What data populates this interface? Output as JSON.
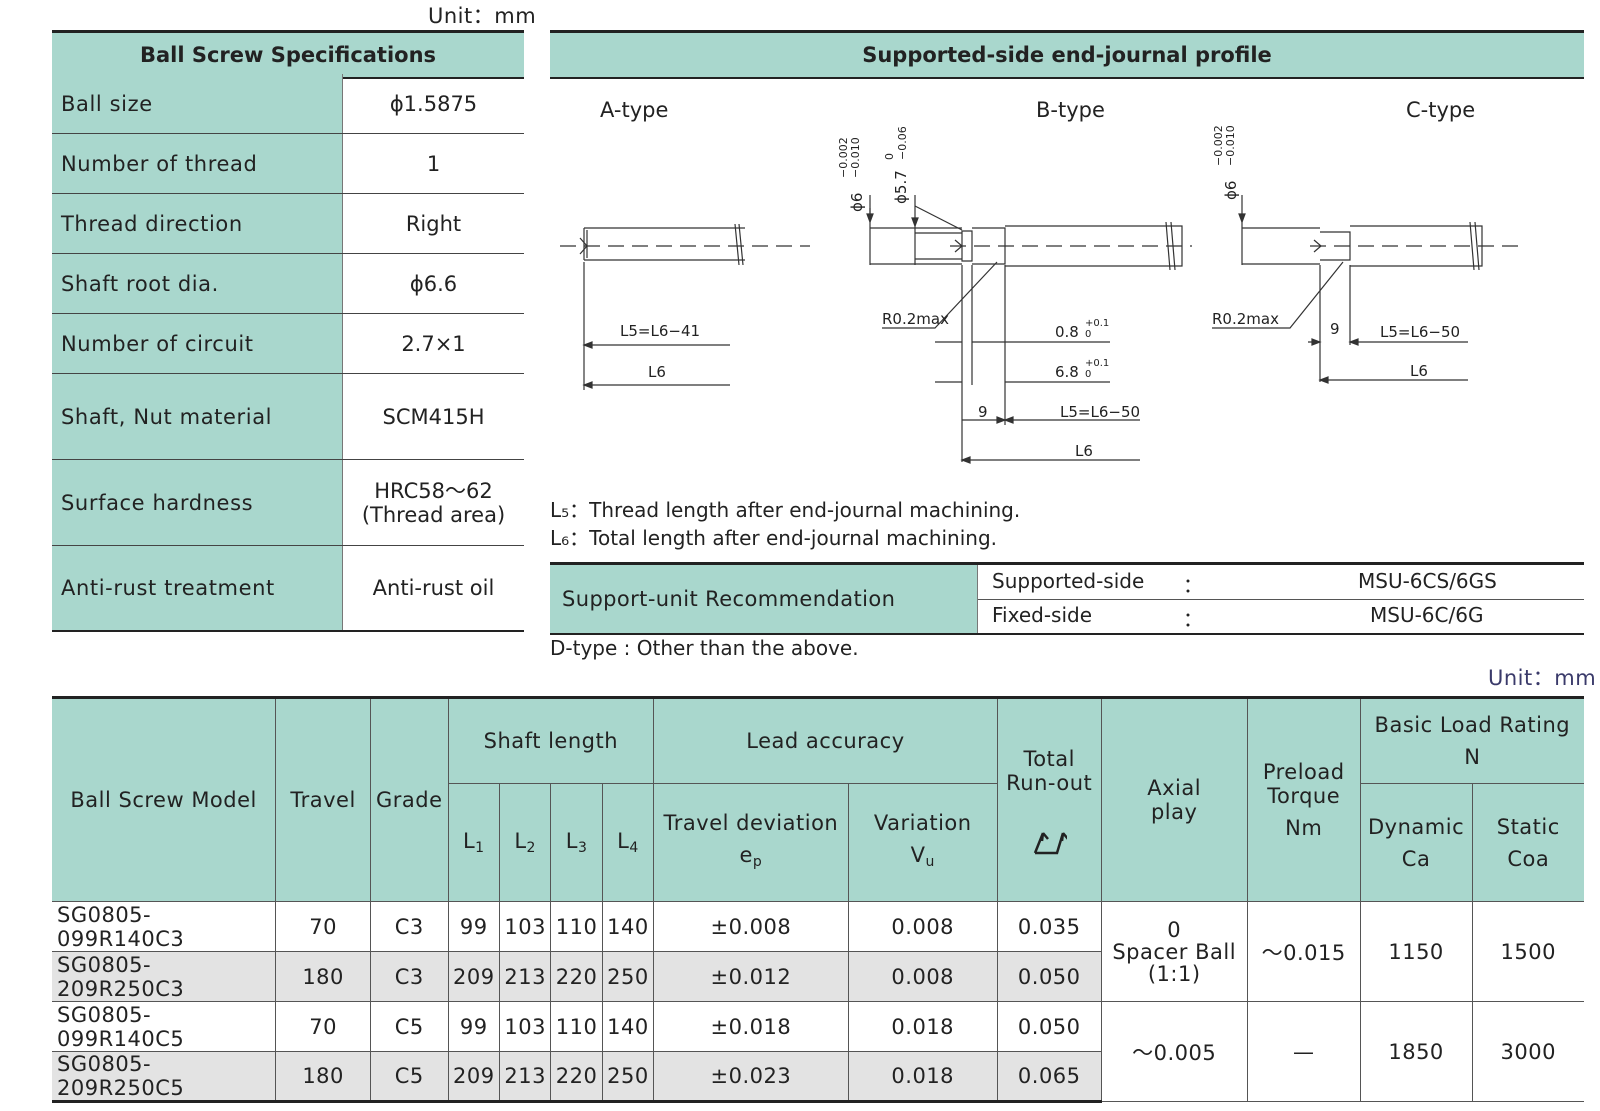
{
  "unit_top": "Unit：mm",
  "unit_bottom": "Unit：mm",
  "spec": {
    "title": "Ball Screw Specifications",
    "rows": [
      {
        "label": "Ball size",
        "value": "ϕ1.5875"
      },
      {
        "label": "Number of thread",
        "value": "1"
      },
      {
        "label": "Thread direction",
        "value": "Right"
      },
      {
        "label": "Shaft root dia.",
        "value": "ϕ6.6"
      },
      {
        "label": "Number of circuit",
        "value": "2.7×1"
      },
      {
        "label": "Shaft, Nut material",
        "value": "SCM415H"
      },
      {
        "label": "Surface hardness",
        "value": "HRC58～62",
        "value2": "(Thread area)"
      },
      {
        "label": "Anti-rust treatment",
        "value": "Anti-rust oil"
      }
    ]
  },
  "profile": {
    "title": "Supported-side end-journal profile",
    "types": [
      "A-type",
      "B-type",
      "C-type"
    ],
    "dims": {
      "a_l5": "L5=L6−41",
      "a_l6": "L6",
      "b_phi6": "ϕ6−0.002/−0.010",
      "b_phi6_main": "ϕ6",
      "b_phi6_tol_top": "−0.002",
      "b_phi6_tol_bot": "−0.010",
      "b_phi57_main": "ϕ5.7",
      "b_phi57_tol_top": "0",
      "b_phi57_tol_bot": "−0.06",
      "b_r": "R0.2max",
      "b_08": "0.8",
      "b_08_tol": "+0.1",
      "b_08_tol2": "0",
      "b_68": "6.8",
      "b_68_tol": "+0.1",
      "b_68_tol2": "0",
      "b_9": "9",
      "b_l5": "L5=L6−50",
      "b_l6": "L6",
      "c_phi6_main": "ϕ6",
      "c_tol_top": "−0.002",
      "c_tol_bot": "−0.010",
      "c_r": "R0.2max",
      "c_9": "9",
      "c_l5": "L5=L6−50",
      "c_l6": "L6"
    },
    "note1": "L₅：Thread length after end-journal machining.",
    "note2": "L₆：Total length after end-journal machining."
  },
  "support": {
    "label": "Support-unit Recommendation",
    "rows": [
      {
        "side": "Supported-side",
        "sep": "：",
        "value": "MSU-6CS/6GS"
      },
      {
        "side": "Fixed-side",
        "sep": "：",
        "value": "MSU-6C/6G"
      }
    ],
    "dtype": "D-type : Other than the above."
  },
  "table": {
    "headers": {
      "model": "Ball Screw Model",
      "travel": "Travel",
      "grade": "Grade",
      "shaft_length": "Shaft length",
      "l1": "L",
      "l2": "L",
      "l3": "L",
      "l4": "L",
      "l1s": "1",
      "l2s": "2",
      "l3s": "3",
      "l4s": "4",
      "lead": "Lead accuracy",
      "travel_dev": "Travel deviation",
      "ep": "e",
      "eps": "p",
      "variation": "Variation",
      "vu": "V",
      "vus": "u",
      "runout": "Total",
      "runout2": "Run-out",
      "axial": "Axial",
      "axial2": "play",
      "preload": "Preload",
      "preload2": "Torque",
      "preload3": "Nm",
      "load": "Basic Load Rating",
      "load_n": "N",
      "dynamic": "Dynamic",
      "ca": "Ca",
      "static": "Static",
      "coa": "Coa"
    },
    "rows": [
      {
        "model": "SG0805-099R140C3",
        "travel": "70",
        "grade": "C3",
        "l1": "99",
        "l2": "103",
        "l3": "110",
        "l4": "140",
        "ep": "±0.008",
        "vu": "0.008",
        "runout": "0.035"
      },
      {
        "model": "SG0805-209R250C3",
        "travel": "180",
        "grade": "C3",
        "l1": "209",
        "l2": "213",
        "l3": "220",
        "l4": "250",
        "ep": "±0.012",
        "vu": "0.008",
        "runout": "0.050"
      },
      {
        "model": "SG0805-099R140C5",
        "travel": "70",
        "grade": "C5",
        "l1": "99",
        "l2": "103",
        "l3": "110",
        "l4": "140",
        "ep": "±0.018",
        "vu": "0.018",
        "runout": "0.050"
      },
      {
        "model": "SG0805-209R250C5",
        "travel": "180",
        "grade": "C5",
        "l1": "209",
        "l2": "213",
        "l3": "220",
        "l4": "250",
        "ep": "±0.023",
        "vu": "0.018",
        "runout": "0.065"
      }
    ],
    "groups": {
      "c3_axial": "0",
      "c3_axial2": "Spacer Ball",
      "c3_axial3": "(1:1)",
      "c3_preload": "～0.015",
      "c3_ca": "1150",
      "c3_coa": "1500",
      "c5_axial": "～0.005",
      "c5_preload": "—",
      "c5_ca": "1850",
      "c5_coa": "3000"
    }
  }
}
